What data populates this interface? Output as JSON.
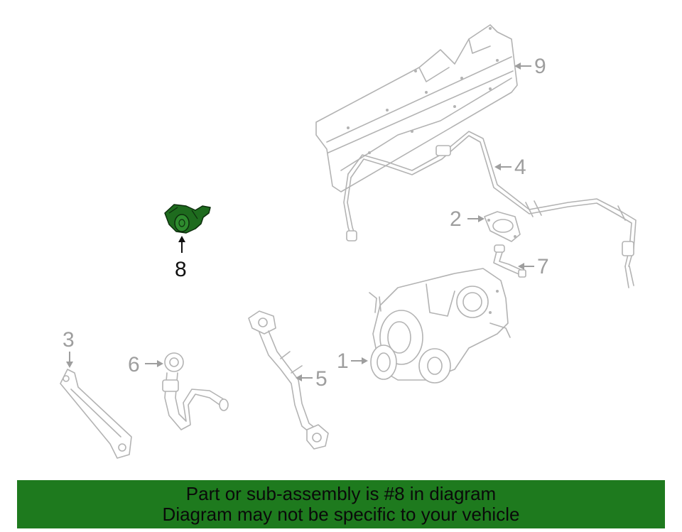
{
  "callouts": {
    "c1": "1",
    "c2": "2",
    "c3": "3",
    "c4": "4",
    "c5": "5",
    "c6": "6",
    "c7": "7",
    "c8": "8",
    "c9": "9"
  },
  "banner": {
    "line1": "Part or sub-assembly is #8 in diagram",
    "line2": "Diagram may not be specific to your vehicle"
  },
  "colors": {
    "highlight_part": "#1e6b1e",
    "banner_bg": "#1e7a1e",
    "line_art": "#b3b3b3"
  }
}
